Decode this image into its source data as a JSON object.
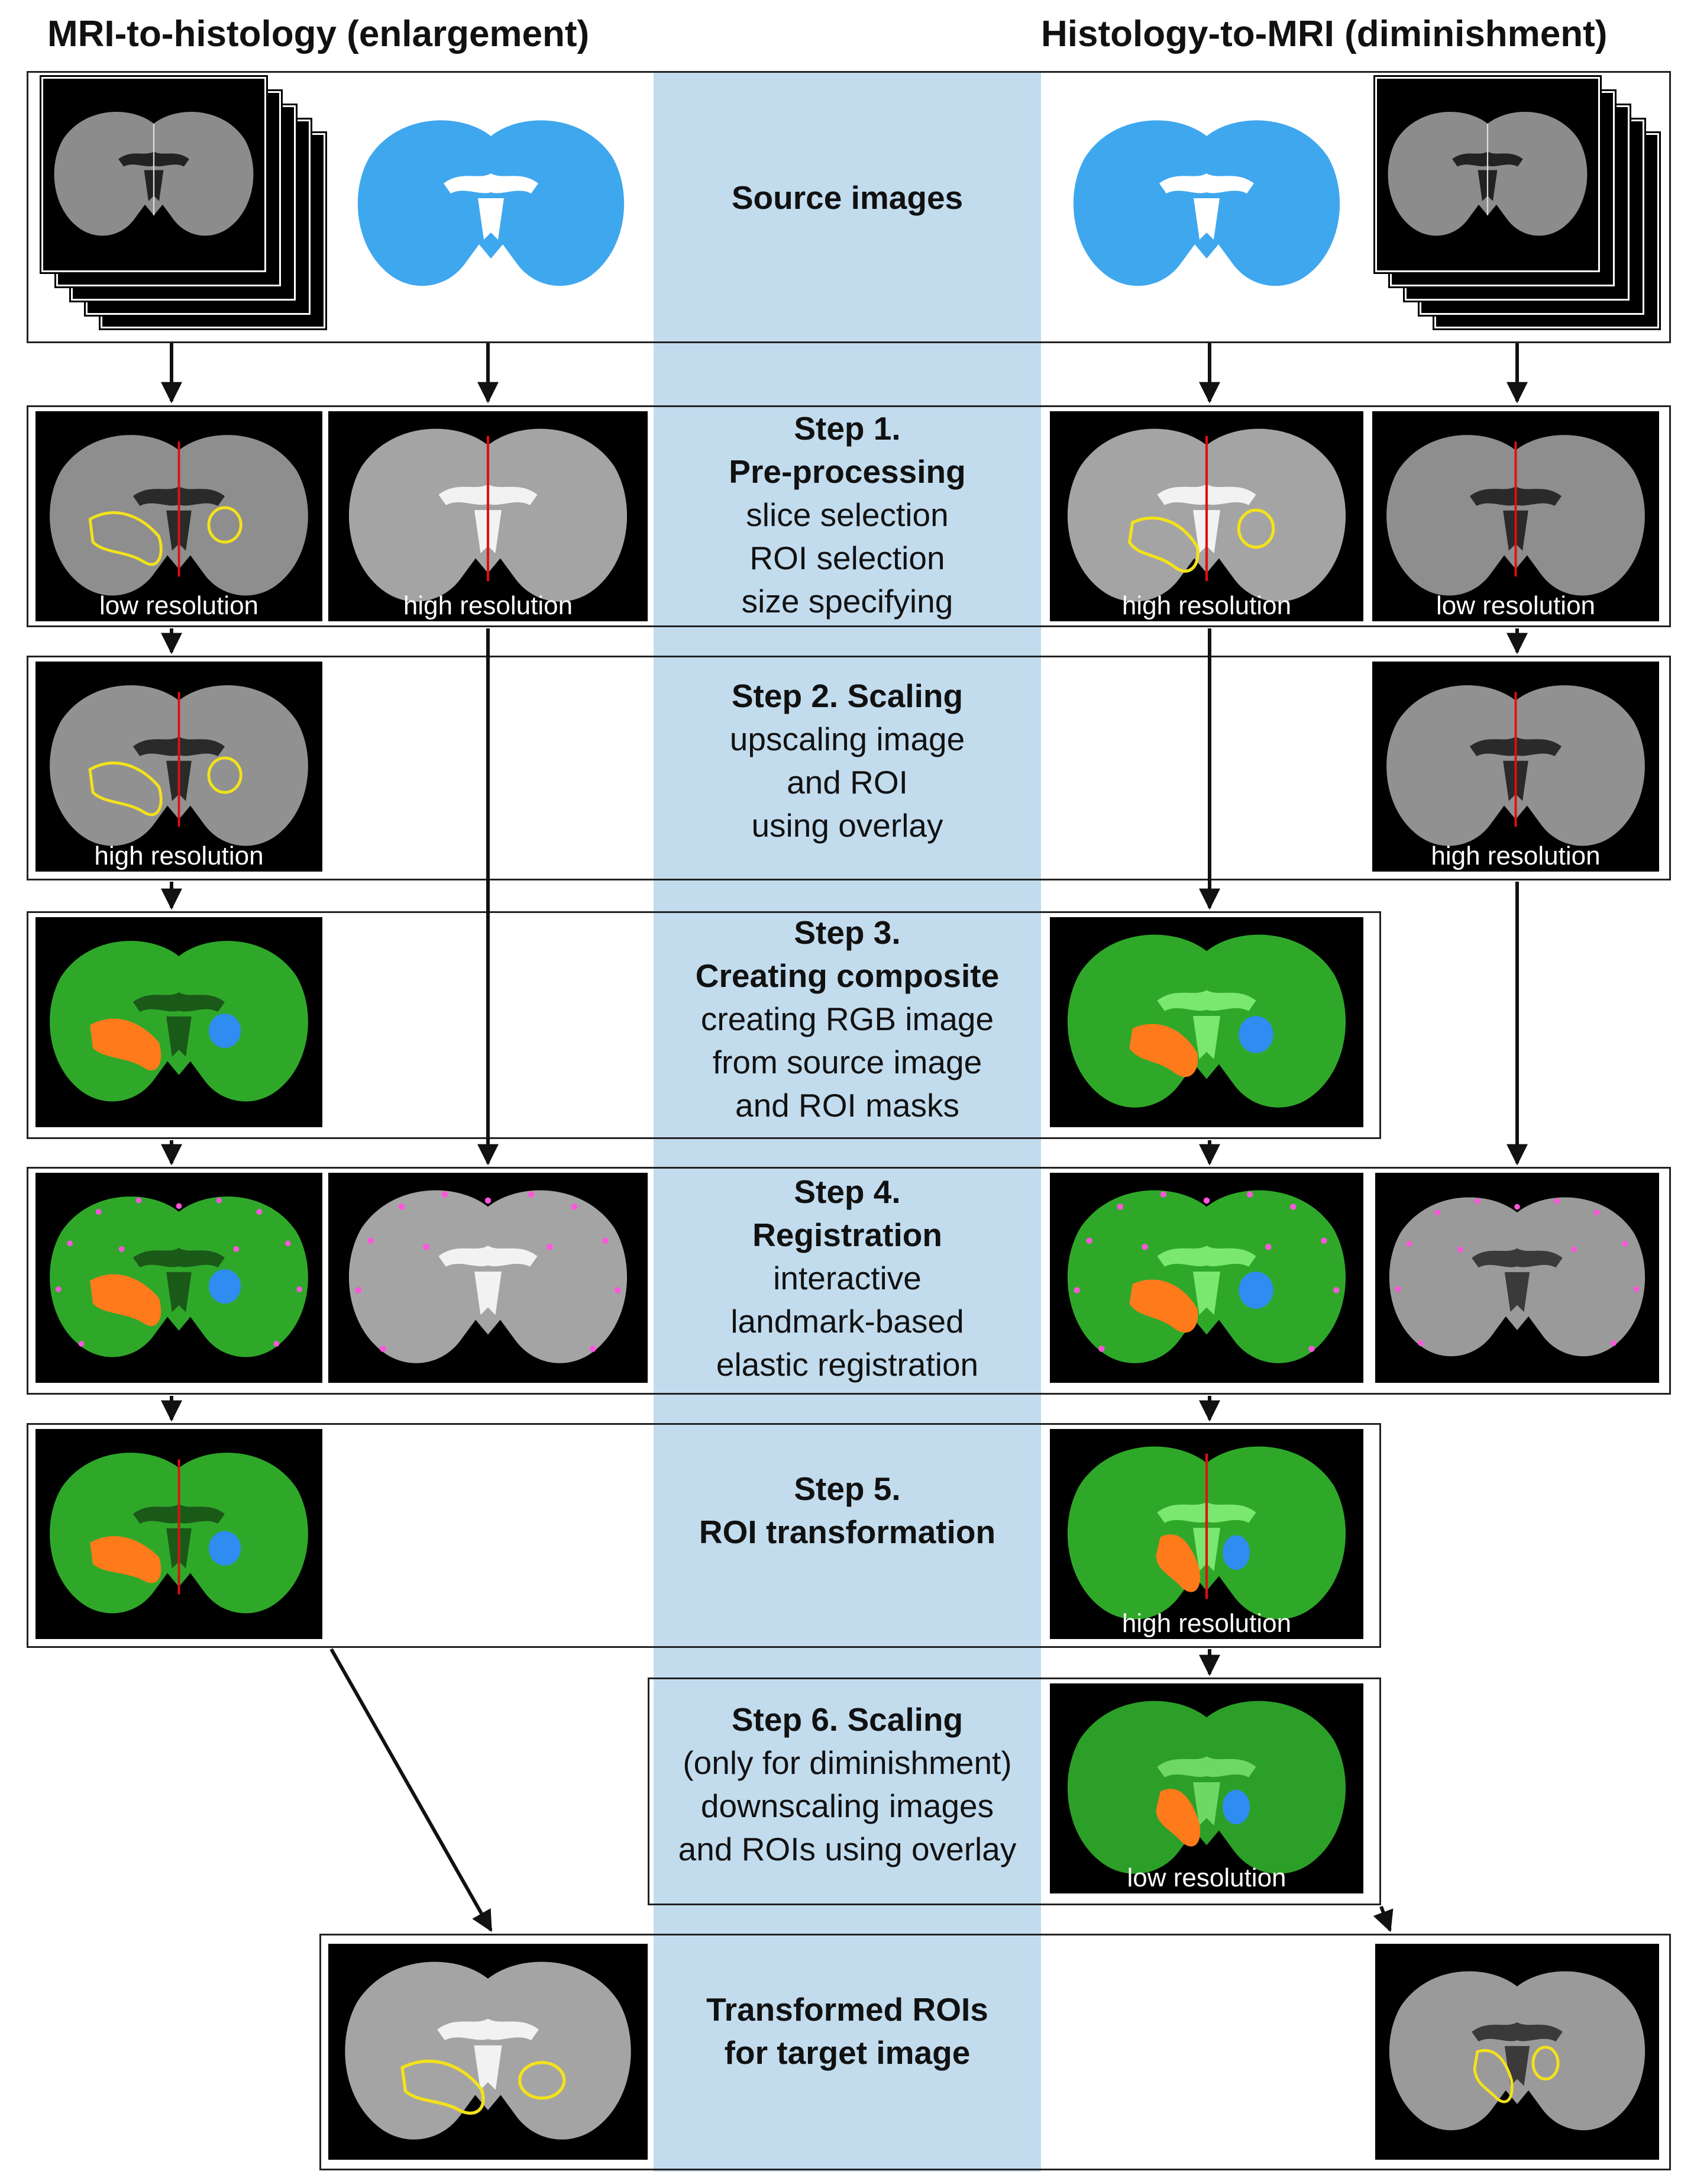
{
  "headers": {
    "left": "MRI-to-histology (enlargement)",
    "right": "Histology-to-MRI (diminishment)"
  },
  "source": {
    "label": "Source images"
  },
  "step1": {
    "title1": "Step 1.",
    "title2": "Pre-processing",
    "lines": [
      "slice selection",
      "ROI selection",
      "size specifying"
    ]
  },
  "step2": {
    "title": "Step 2. Scaling",
    "lines": [
      "upscaling image",
      "and ROI",
      "using overlay"
    ]
  },
  "step3": {
    "title1": "Step 3.",
    "title2": "Creating composite",
    "lines": [
      "creating RGB image",
      "from source image",
      "and ROI masks"
    ]
  },
  "step4": {
    "title1": "Step 4.",
    "title2": "Registration",
    "lines": [
      "interactive",
      "landmark-based",
      "elastic registration"
    ]
  },
  "step5": {
    "title1": "Step 5.",
    "title2": "ROI transformation"
  },
  "step6": {
    "title": "Step 6. Scaling",
    "lines": [
      "(only for diminishment)",
      "downscaling images",
      "and ROIs using overlay"
    ]
  },
  "final": {
    "title1": "Transformed ROIs",
    "title2": "for target image"
  },
  "labels": {
    "low_res": "low resolution",
    "high_res": "high resolution"
  },
  "colors": {
    "band": "#c2dcee",
    "histology_blue": "#3fa7ee",
    "composite_green": "#2fa82a",
    "roi_orange": "#ff7a1a",
    "roi_blue": "#2f8cf0",
    "roi_outline": "#f3e21b",
    "landmark": "#ff55dd",
    "midline": "#e01010"
  }
}
